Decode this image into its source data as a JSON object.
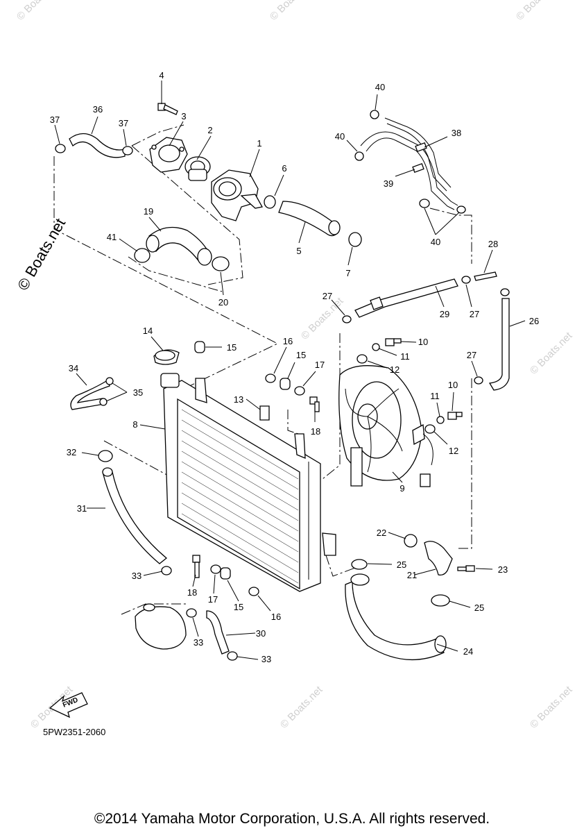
{
  "diagram": {
    "code": "5PW2351-2060",
    "copyright": "©2014 Yamaha Motor Corporation, U.S.A. All rights reserved.",
    "watermark_side": "© Boats.net",
    "watermark_small": "© Boats.net",
    "fwd_label": "FWD"
  },
  "callouts": [
    "1",
    "2",
    "3",
    "4",
    "5",
    "6",
    "7",
    "8",
    "9",
    "10",
    "10",
    "11",
    "11",
    "12",
    "12",
    "13",
    "14",
    "15",
    "15",
    "15",
    "16",
    "16",
    "17",
    "17",
    "18",
    "18",
    "19",
    "20",
    "21",
    "22",
    "23",
    "24",
    "25",
    "25",
    "26",
    "27",
    "27",
    "27",
    "28",
    "29",
    "30",
    "31",
    "32",
    "33",
    "33",
    "33",
    "34",
    "35",
    "36",
    "37",
    "37",
    "38",
    "39",
    "40",
    "40",
    "40",
    "41"
  ]
}
